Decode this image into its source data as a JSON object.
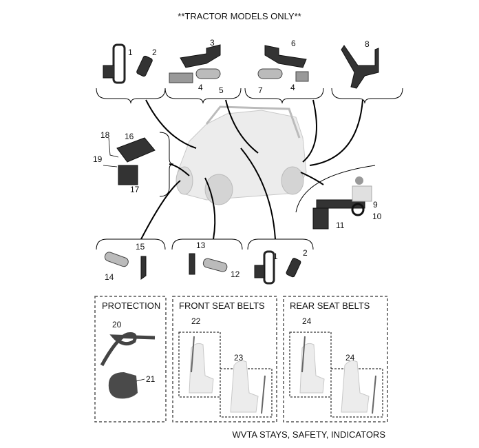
{
  "title": "**TRACTOR MODELS ONLY**",
  "footer": "WVTA STAYS, SAFETY, INDICATORS",
  "sections": {
    "protection": "PROTECTION",
    "front_seat_belts": "FRONT SEAT BELTS",
    "rear_seat_belts": "REAR SEAT BELTS"
  },
  "callouts": {
    "mirror_left": "1",
    "mirror_left_cap": "2",
    "bracket_left": "3",
    "reflector_left": "4",
    "indicator_left": "5",
    "bracket_right": "6",
    "indicator_right": "7",
    "reflector_right": "4",
    "plate_bracket": "8",
    "hitch_ball": "9",
    "hitch_ring": "10",
    "hitch_receiver": "11",
    "front_indicator_right": "12",
    "front_bracket_right": "13",
    "front_indicator_left": "14",
    "front_bracket_left": "15",
    "mount_plate": "16",
    "mount_bracket": "17",
    "rod_a": "18",
    "rod_b": "19",
    "protection_hose": "20",
    "cap_nut": "21",
    "front_belt_left": "22",
    "front_belt_right": "23",
    "rear_belt_left": "24",
    "rear_belt_right": "24",
    "mirror_right": "1",
    "mirror_right_cap": "2"
  }
}
